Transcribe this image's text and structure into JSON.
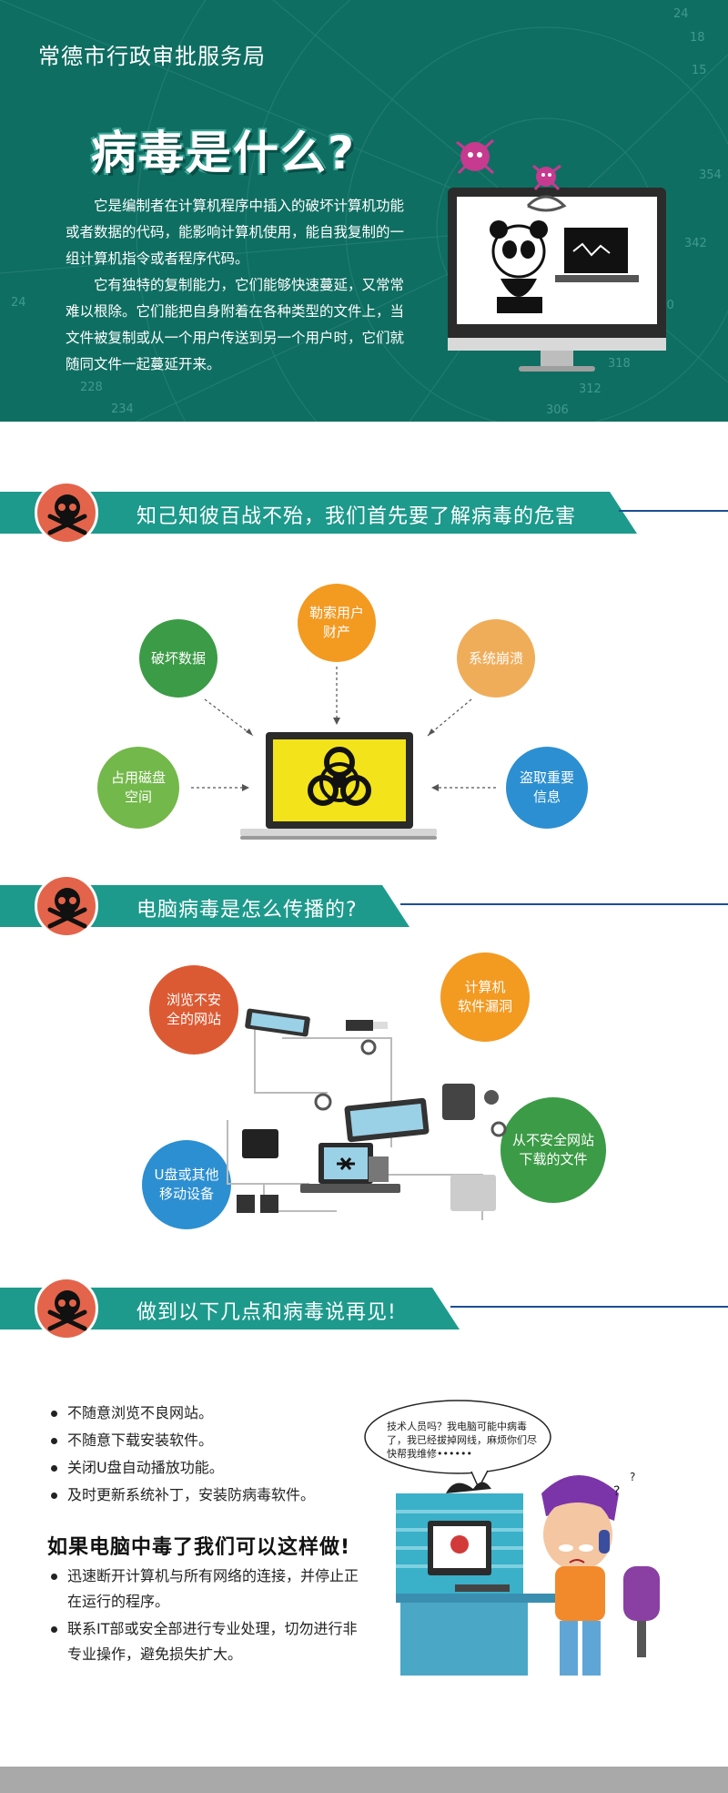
{
  "hero": {
    "org": "常德市行政审批服务局",
    "title": "病毒是什么?",
    "para1": "它是编制者在计算机程序中插入的破坏计算机功能或者数据的代码，能影响计算机使用，能自我复制的一组计算机指令或者程序代码。",
    "para2": "它有独特的复制能力，它们能够快速蔓延，又常常难以根除。它们能把自身附着在各种类型的文件上，当文件被复制或从一个用户传送到另一个用户时，它们就随同文件一起蔓延开来。",
    "numbers": [
      "24",
      "18",
      "15",
      "354",
      "342",
      "330",
      "318",
      "312",
      "306",
      "234",
      "228",
      "24"
    ]
  },
  "section1": {
    "title": "知己知彼百战不殆，我们首先要了解病毒的危害",
    "items": [
      "破坏数据",
      "勒索用户\n财产",
      "系统崩溃",
      "占用磁盘\n空间",
      "盗取重要\n信息"
    ]
  },
  "section2": {
    "title": "电脑病毒是怎么传播的?",
    "items": [
      "浏览不安\n全的网站",
      "计算机\n软件漏洞",
      "U盘或其他\n移动设备",
      "从不安全网站\n下载的文件"
    ]
  },
  "section3": {
    "title": "做到以下几点和病毒说再见!",
    "tips": [
      "不随意浏览不良网站。",
      "不随意下载安装软件。",
      "关闭U盘自动播放功能。",
      "及时更新系统补丁，安装防病毒软件。"
    ],
    "subhead": "如果电脑中毒了我们可以这样做!",
    "actions": [
      "迅速断开计算机与所有网络的连接，并停止正在运行的程序。",
      "联系IT部或安全部进行专业处理，切勿进行非专业操作，避免损失扩大。"
    ],
    "bubble": "技术人员吗？我电脑可能中病毒了，我已经拔掉网线，麻烦你们尽快帮我维修••••••"
  },
  "colors": {
    "hero_bg": "#0f6e62",
    "section_bar": "#1d9a8c",
    "skull_badge": "#e3644a",
    "accent_blue": "#1c4f95"
  }
}
